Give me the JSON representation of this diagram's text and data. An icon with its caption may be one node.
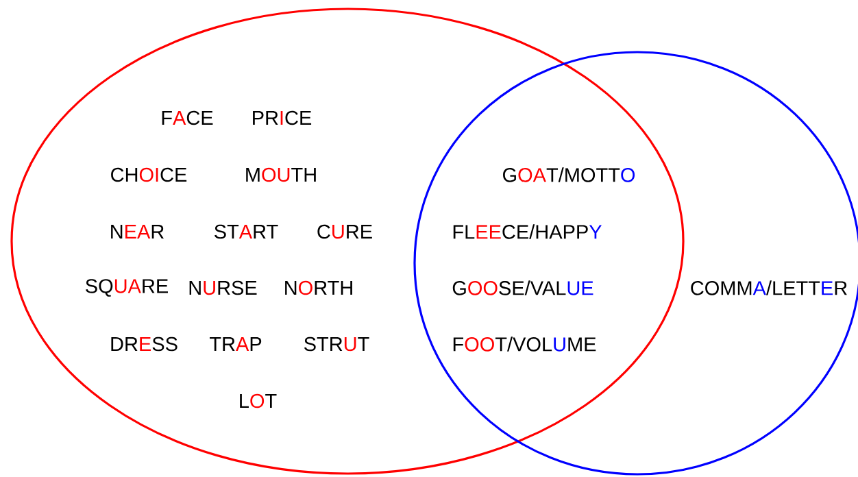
{
  "diagram": {
    "labels": [
      "FACE",
      "PRICE",
      "CHOICE",
      "MOUTH",
      "GOAT/MOTTO",
      "NEAR",
      "START",
      "CURE",
      "FLEECE/HAPPY",
      "SQUARE",
      "NURSE",
      "NORTH",
      "GOOSE/VALUE",
      "COMMA/LETTER",
      "DRESS",
      "TRAP",
      "STRUT",
      "FOOT/VOLUME",
      "LOT"
    ]
  }
}
